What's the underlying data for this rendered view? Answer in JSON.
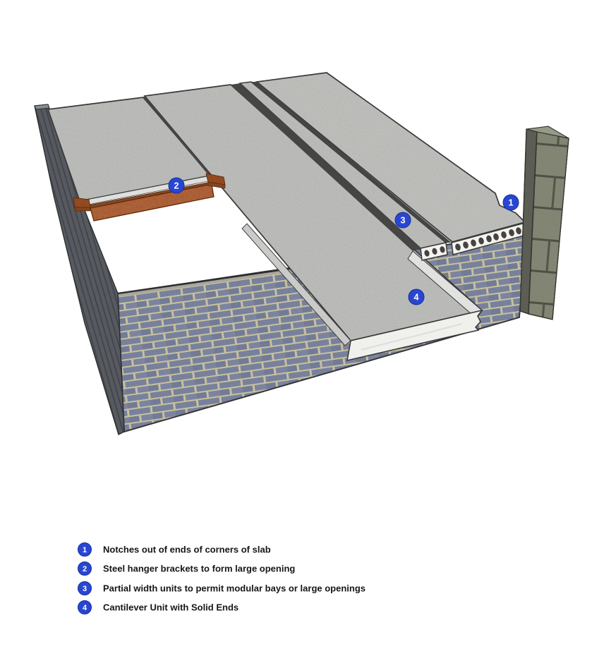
{
  "legend": {
    "items": [
      {
        "number": "1",
        "label": "Notches out of ends of corners of slab"
      },
      {
        "number": "2",
        "label": "Steel hanger brackets to form large opening"
      },
      {
        "number": "3",
        "label": "Partial width units to permit modular bays or large openings"
      },
      {
        "number": "4",
        "label": "Cantilever Unit with Solid Ends"
      }
    ]
  },
  "markers": [
    {
      "number": "1"
    },
    {
      "number": "2"
    },
    {
      "number": "3"
    },
    {
      "number": "4"
    }
  ],
  "palette": {
    "marker_blue": "#2946d2",
    "marker_blue_edge": "#17309b",
    "slab_concrete_gray": "#c0c1be",
    "hollowcore_end_white": "#f4f3ef",
    "void_dark": "#45423f",
    "brick_face_blue_gray": "#7c86a2",
    "mortar_cream": "#cfc8a4",
    "left_wall_dark_gray": "#5a5d64",
    "steel_bracket_rust": "#b4663c",
    "steel_bracket_dark": "#8e4b26",
    "column_stone_gray_green": "#868a77",
    "outline": "#3a3a3a",
    "background": "#ffffff"
  }
}
